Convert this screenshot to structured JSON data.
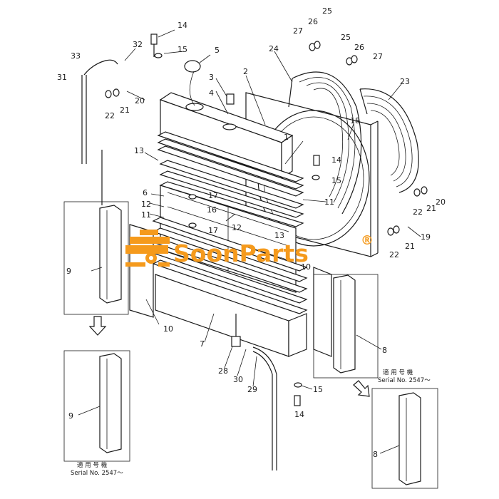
{
  "watermark": {
    "brand": "SoonParts",
    "registered_mark": "®",
    "color": "#f59a1c"
  },
  "callouts": {
    "c1": "1",
    "c2": "2",
    "c3": "3",
    "c4": "4",
    "c5": "5",
    "c6": "6",
    "c7": "7",
    "c8": "8",
    "c9": "9",
    "c10": "10",
    "c11": "11",
    "c12": "12",
    "c13": "13",
    "c14": "14",
    "c15": "15",
    "c16": "16",
    "c17": "17",
    "c18": "18",
    "c19": "19",
    "c20": "20",
    "c21": "21",
    "c22": "22",
    "c23": "23",
    "c24": "24",
    "c25": "25",
    "c26": "26",
    "c27": "27",
    "c28": "28",
    "c29": "29",
    "c30": "30",
    "c31": "31",
    "c32": "32",
    "c33": "33"
  },
  "serial_notes": {
    "left_jp": "適 用 号 機",
    "left_serial": "Serial No. 2547～",
    "right_jp": "適 用 号 機",
    "right_serial": "Serial No. 2547～"
  }
}
